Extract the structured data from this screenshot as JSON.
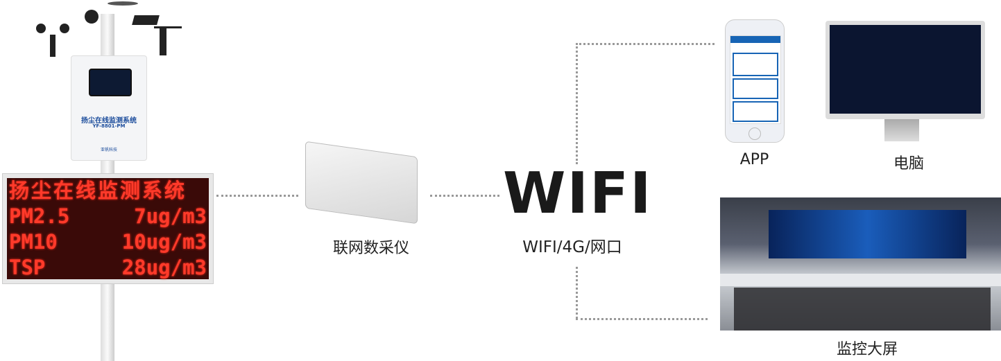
{
  "station": {
    "panel_title": "扬尘在线监测系统",
    "model": "YF-8801-PM",
    "brand": "亚帆科技",
    "led": {
      "title": "扬尘在线监测系统",
      "rows": [
        {
          "name": "PM2.5",
          "value": "7ug/m3"
        },
        {
          "name": "PM10",
          "value": "10ug/m3"
        },
        {
          "name": "TSP",
          "value": "28ug/m3"
        }
      ]
    }
  },
  "collector": {
    "label": "联网数采仪"
  },
  "network": {
    "title": "WIFI",
    "subtitle": "WIFI/4G/网口"
  },
  "endpoints": {
    "app": {
      "label": "APP"
    },
    "pc": {
      "label": "电脑"
    },
    "screen": {
      "label": "监控大屏"
    }
  },
  "colors": {
    "led_red": "#ff3a2a",
    "brand_blue": "#1b4c9c",
    "line_gray": "#999999"
  }
}
